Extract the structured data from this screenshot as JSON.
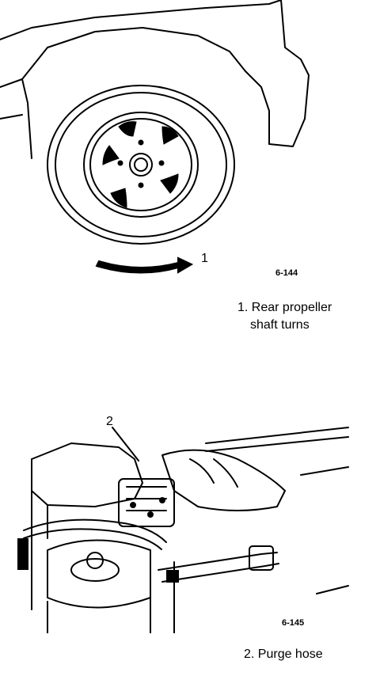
{
  "figure1": {
    "callout": "1",
    "figure_number": "6-144",
    "caption_num": "1.",
    "caption_line1": "Rear propeller",
    "caption_line2": "shaft turns"
  },
  "figure2": {
    "callout": "2",
    "figure_number": "6-145",
    "caption": "2.  Purge hose"
  }
}
